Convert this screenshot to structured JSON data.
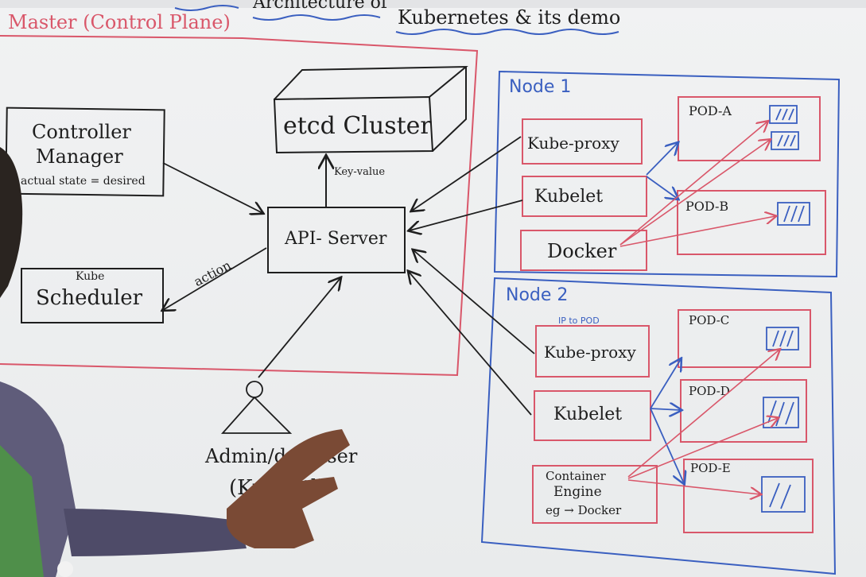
{
  "header": {
    "title_fragment_left": "Architecture of",
    "title_fragment_right": "Kubernetes & its demo"
  },
  "master": {
    "label": "Master (Control Plane)",
    "etcd": "etcd Cluster",
    "key_value": "Key-value",
    "controller_manager": [
      "Controller",
      "Manager"
    ],
    "controller_note": "actual state = desired",
    "api_server": "API- Server",
    "action": "action",
    "scheduler_top": "Kube",
    "scheduler": "Scheduler",
    "admin_line1": "Admin/dev/user",
    "admin_line2": "(Kubectl)"
  },
  "node1": {
    "label": "Node 1",
    "kube_proxy": "Kube-proxy",
    "kubelet": "Kubelet",
    "docker": "Docker",
    "pods": [
      "POD-A",
      "POD-B"
    ]
  },
  "node2": {
    "label": "Node 2",
    "note": "IP to POD",
    "kube_proxy": "Kube-proxy",
    "kubelet": "Kubelet",
    "engine": [
      "Container",
      "Engine",
      "eg → Docker"
    ],
    "pods": [
      "POD-C",
      "POD-D",
      "POD-E"
    ]
  },
  "colors": {
    "red_marker": "#d9576a",
    "blue_marker": "#3a5fc0",
    "black_marker": "#1e1e1e",
    "board": "#eef0f1"
  }
}
